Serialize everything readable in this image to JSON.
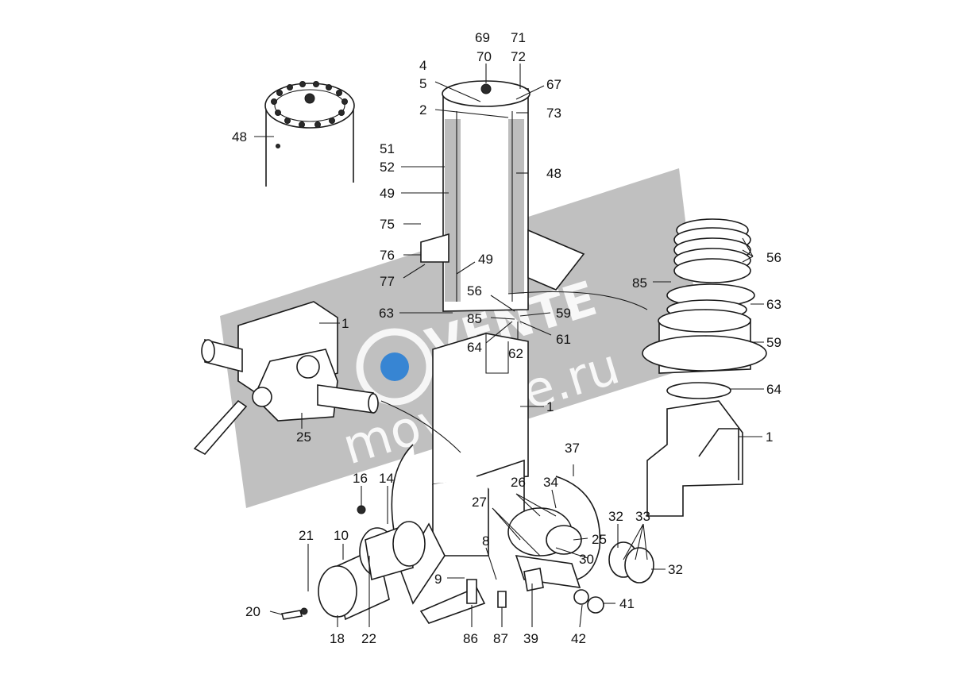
{
  "watermark": {
    "brand": "VENTE",
    "url": "movente.ru",
    "band_color": "#8c8c8c"
  },
  "callouts": [
    {
      "id": "c69",
      "text": "69"
    },
    {
      "id": "c71",
      "text": "71"
    },
    {
      "id": "c70",
      "text": "70"
    },
    {
      "id": "c72",
      "text": "72"
    },
    {
      "id": "c4",
      "text": "4"
    },
    {
      "id": "c5",
      "text": "5"
    },
    {
      "id": "c67",
      "text": "67"
    },
    {
      "id": "c2",
      "text": "2"
    },
    {
      "id": "c73",
      "text": "73"
    },
    {
      "id": "c48a",
      "text": "48"
    },
    {
      "id": "c51",
      "text": "51"
    },
    {
      "id": "c52",
      "text": "52"
    },
    {
      "id": "c48b",
      "text": "48"
    },
    {
      "id": "c49a",
      "text": "49"
    },
    {
      "id": "c75",
      "text": "75"
    },
    {
      "id": "c76",
      "text": "76"
    },
    {
      "id": "c49b",
      "text": "49"
    },
    {
      "id": "c77",
      "text": "77"
    },
    {
      "id": "c56a",
      "text": "56"
    },
    {
      "id": "c85a",
      "text": "85"
    },
    {
      "id": "c56b",
      "text": "56"
    },
    {
      "id": "c63a",
      "text": "63"
    },
    {
      "id": "c59a",
      "text": "59"
    },
    {
      "id": "c85b",
      "text": "85"
    },
    {
      "id": "c63b",
      "text": "63"
    },
    {
      "id": "c1a",
      "text": "1"
    },
    {
      "id": "c64a",
      "text": "64"
    },
    {
      "id": "c61",
      "text": "61"
    },
    {
      "id": "c62",
      "text": "62"
    },
    {
      "id": "c59b",
      "text": "59"
    },
    {
      "id": "c64b",
      "text": "64"
    },
    {
      "id": "c1b",
      "text": "1"
    },
    {
      "id": "c25a",
      "text": "25"
    },
    {
      "id": "c1c",
      "text": "1"
    },
    {
      "id": "c37",
      "text": "37"
    },
    {
      "id": "c16",
      "text": "16"
    },
    {
      "id": "c14",
      "text": "14"
    },
    {
      "id": "c26",
      "text": "26"
    },
    {
      "id": "c34",
      "text": "34"
    },
    {
      "id": "c27",
      "text": "27"
    },
    {
      "id": "c32a",
      "text": "32"
    },
    {
      "id": "c33",
      "text": "33"
    },
    {
      "id": "c21",
      "text": "21"
    },
    {
      "id": "c10",
      "text": "10"
    },
    {
      "id": "c8",
      "text": "8"
    },
    {
      "id": "c25b",
      "text": "25"
    },
    {
      "id": "c32b",
      "text": "32"
    },
    {
      "id": "c30",
      "text": "30"
    },
    {
      "id": "c9",
      "text": "9"
    },
    {
      "id": "c20",
      "text": "20"
    },
    {
      "id": "c41",
      "text": "41"
    },
    {
      "id": "c18",
      "text": "18"
    },
    {
      "id": "c22",
      "text": "22"
    },
    {
      "id": "c86",
      "text": "86"
    },
    {
      "id": "c87",
      "text": "87"
    },
    {
      "id": "c39",
      "text": "39"
    },
    {
      "id": "c42",
      "text": "42"
    }
  ]
}
